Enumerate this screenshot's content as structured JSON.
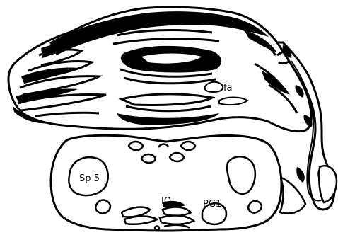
{
  "diagram": {
    "labels": {
      "fa": "fa",
      "sp5": "Sp 5",
      "io": "IO",
      "pg1": "PG1"
    }
  }
}
